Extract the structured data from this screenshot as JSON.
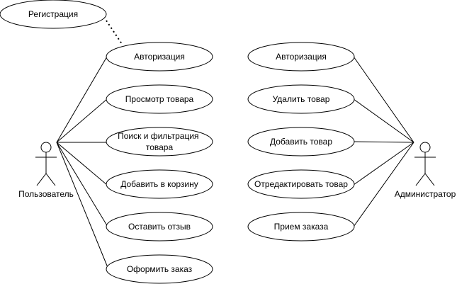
{
  "diagram": {
    "extension_usecase": "Регистрация",
    "actors": {
      "user": "Пользователь",
      "admin": "Администратор"
    },
    "user_usecases": [
      "Авторизация",
      "Просмотр товара",
      "Поиск и фильтрация товара",
      "Добавить в корзину",
      "Оставить отзыв",
      "Оформить заказ"
    ],
    "admin_usecases": [
      "Авторизация",
      "Удалить товар",
      "Добавить товар",
      "Отредактировать товар",
      "Прием заказа"
    ]
  }
}
